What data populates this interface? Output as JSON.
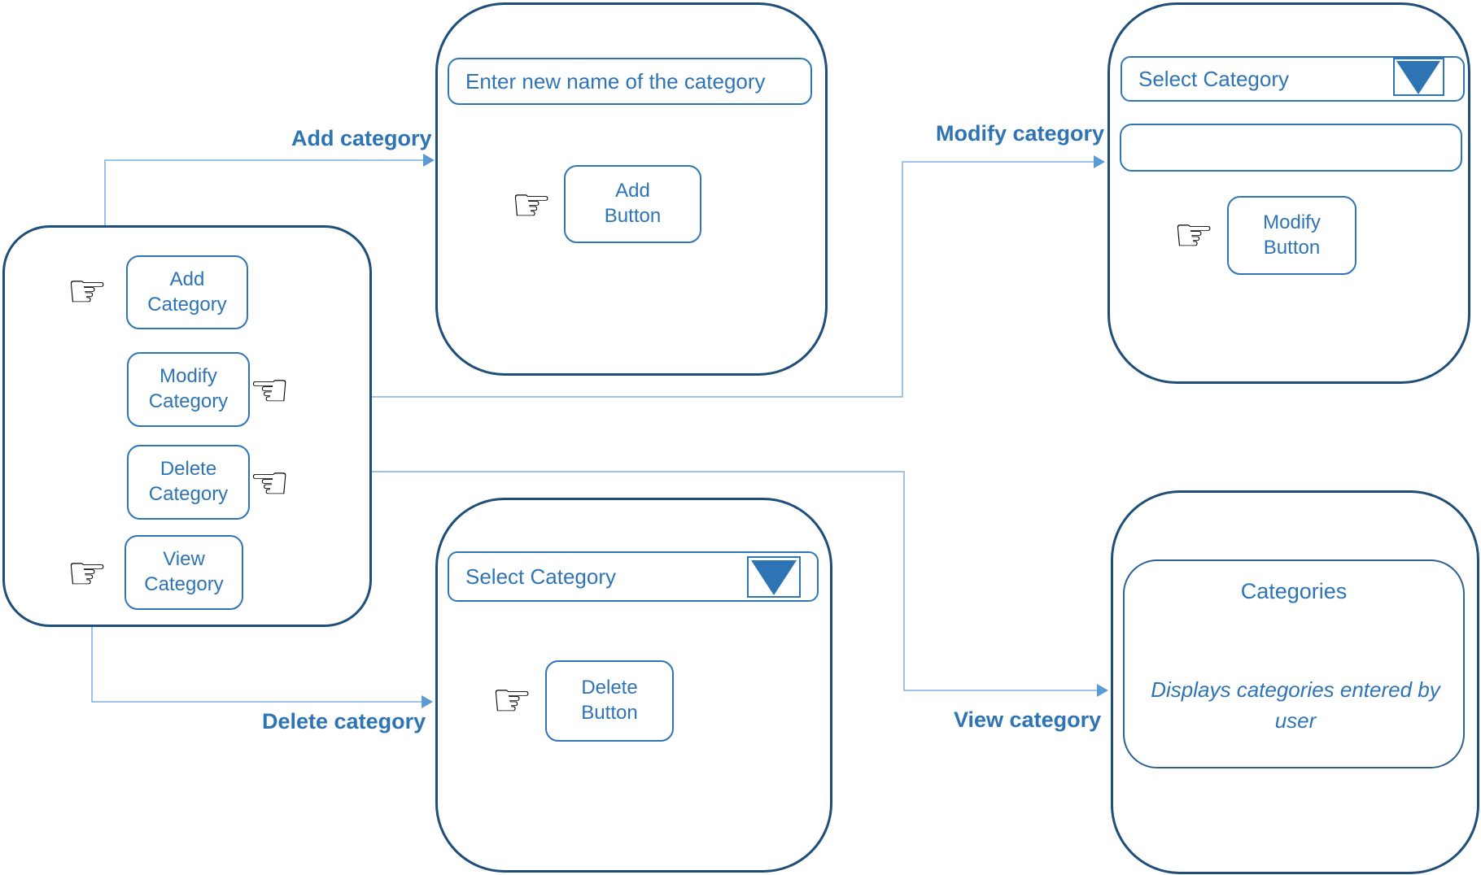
{
  "colors": {
    "panel_border": "#1F4E79",
    "control_border": "#2E75B6",
    "text_blue": "#2E74B5",
    "connector_line": "#9DC3E6",
    "arrowhead": "#5B9BD5",
    "dropdown_triangle": "#2E74B5",
    "hand_icon": "#000000"
  },
  "icons": {
    "hand_right": "☞",
    "hand_left": "☜",
    "dropdown_triangle": "triangle-down"
  },
  "menu_panel": {
    "buttons": {
      "add": [
        "Add",
        "Category"
      ],
      "modify": [
        "Modify",
        "Category"
      ],
      "delete": [
        "Delete",
        "Category"
      ],
      "view": [
        "View",
        "Category"
      ]
    }
  },
  "add_panel": {
    "input_placeholder": "Enter new name of the category",
    "button": [
      "Add",
      "Button"
    ]
  },
  "modify_panel": {
    "dropdown_label": "Select Category",
    "input_value": "",
    "button": [
      "Modify",
      "Button"
    ]
  },
  "delete_panel": {
    "dropdown_label": "Select Category",
    "button": [
      "Delete",
      "Button"
    ]
  },
  "view_panel": {
    "title": "Categories",
    "note": "Displays categories entered by user"
  },
  "arrow_labels": {
    "add": "Add category",
    "modify": "Modify category",
    "delete": "Delete category",
    "view": "View category"
  }
}
